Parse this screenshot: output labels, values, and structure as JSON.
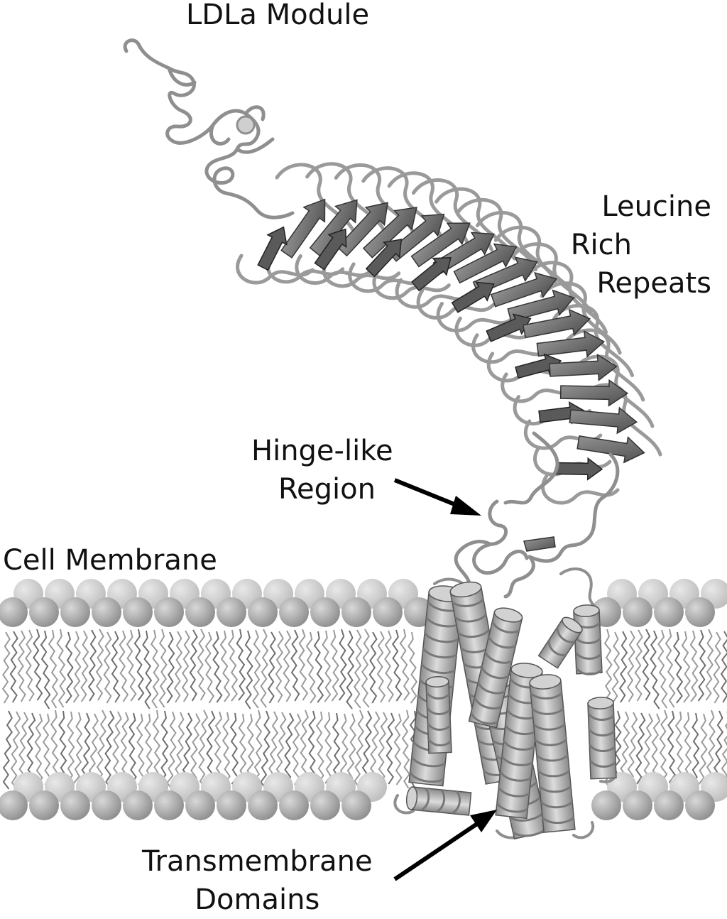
{
  "labels": {
    "ldla_module": "LDLa Module",
    "lrr": [
      "Leucine",
      "Rich",
      "Repeats"
    ],
    "hinge": [
      "Hinge-like",
      "Region"
    ],
    "membrane": "Cell Membrane",
    "transmembrane": [
      "Transmembrane",
      "Domains"
    ]
  },
  "colors": {
    "ribbon": "#9c9c9c",
    "ribbon_dark": "#4a4a4a",
    "strand": "#7a7a7a",
    "lipid_head": "#9e9e9e",
    "lipid_head_far": "#c6c6c6",
    "lipid_tail": "#888888",
    "helix": "#b4b4b4",
    "arrow": "#000000",
    "text": "#111111"
  },
  "icons": [
    "protein-ribbon",
    "phospholipid-bilayer",
    "helix-cylinder",
    "pointer-arrow"
  ]
}
